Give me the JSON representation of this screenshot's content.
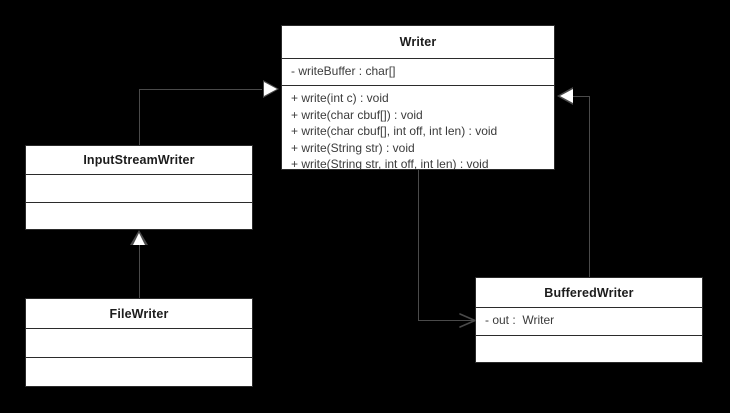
{
  "diagram": {
    "type": "uml-class-diagram",
    "background_color": "#000000",
    "box_fill_color": "#ffffff",
    "line_color": "#4a4a4a",
    "border_color": "#2b2b2b",
    "classes": [
      {
        "id": "writer",
        "name": "Writer",
        "attributes": [
          "- writeBuffer : char[]"
        ],
        "methods": [
          "+ write(int c) : void",
          "+ write(char cbuf[]) : void",
          "+ write(char cbuf[], int off, int len) : void",
          "+ write(String str) : void",
          "+ write(String str, int off, int len) : void"
        ]
      },
      {
        "id": "inputstreamwriter",
        "name": "InputStreamWriter",
        "attributes": [],
        "methods": []
      },
      {
        "id": "filewriter",
        "name": "FileWriter",
        "attributes": [],
        "methods": []
      },
      {
        "id": "bufferedwriter",
        "name": "BufferedWriter",
        "attributes": [
          "- out :  Writer"
        ],
        "methods": []
      }
    ],
    "relationships": [
      {
        "id": "isw-to-writer",
        "kind": "generalization",
        "from": "InputStreamWriter",
        "to": "Writer",
        "arrowhead": "hollow-triangle"
      },
      {
        "id": "fw-to-isw",
        "kind": "generalization",
        "from": "FileWriter",
        "to": "InputStreamWriter",
        "arrowhead": "hollow-triangle"
      },
      {
        "id": "bw-to-writer",
        "kind": "generalization",
        "from": "BufferedWriter",
        "to": "Writer",
        "arrowhead": "hollow-triangle"
      },
      {
        "id": "writer-to-bw-association",
        "kind": "association",
        "from": "Writer",
        "to": "BufferedWriter",
        "arrowhead": "open-arrow"
      }
    ]
  }
}
